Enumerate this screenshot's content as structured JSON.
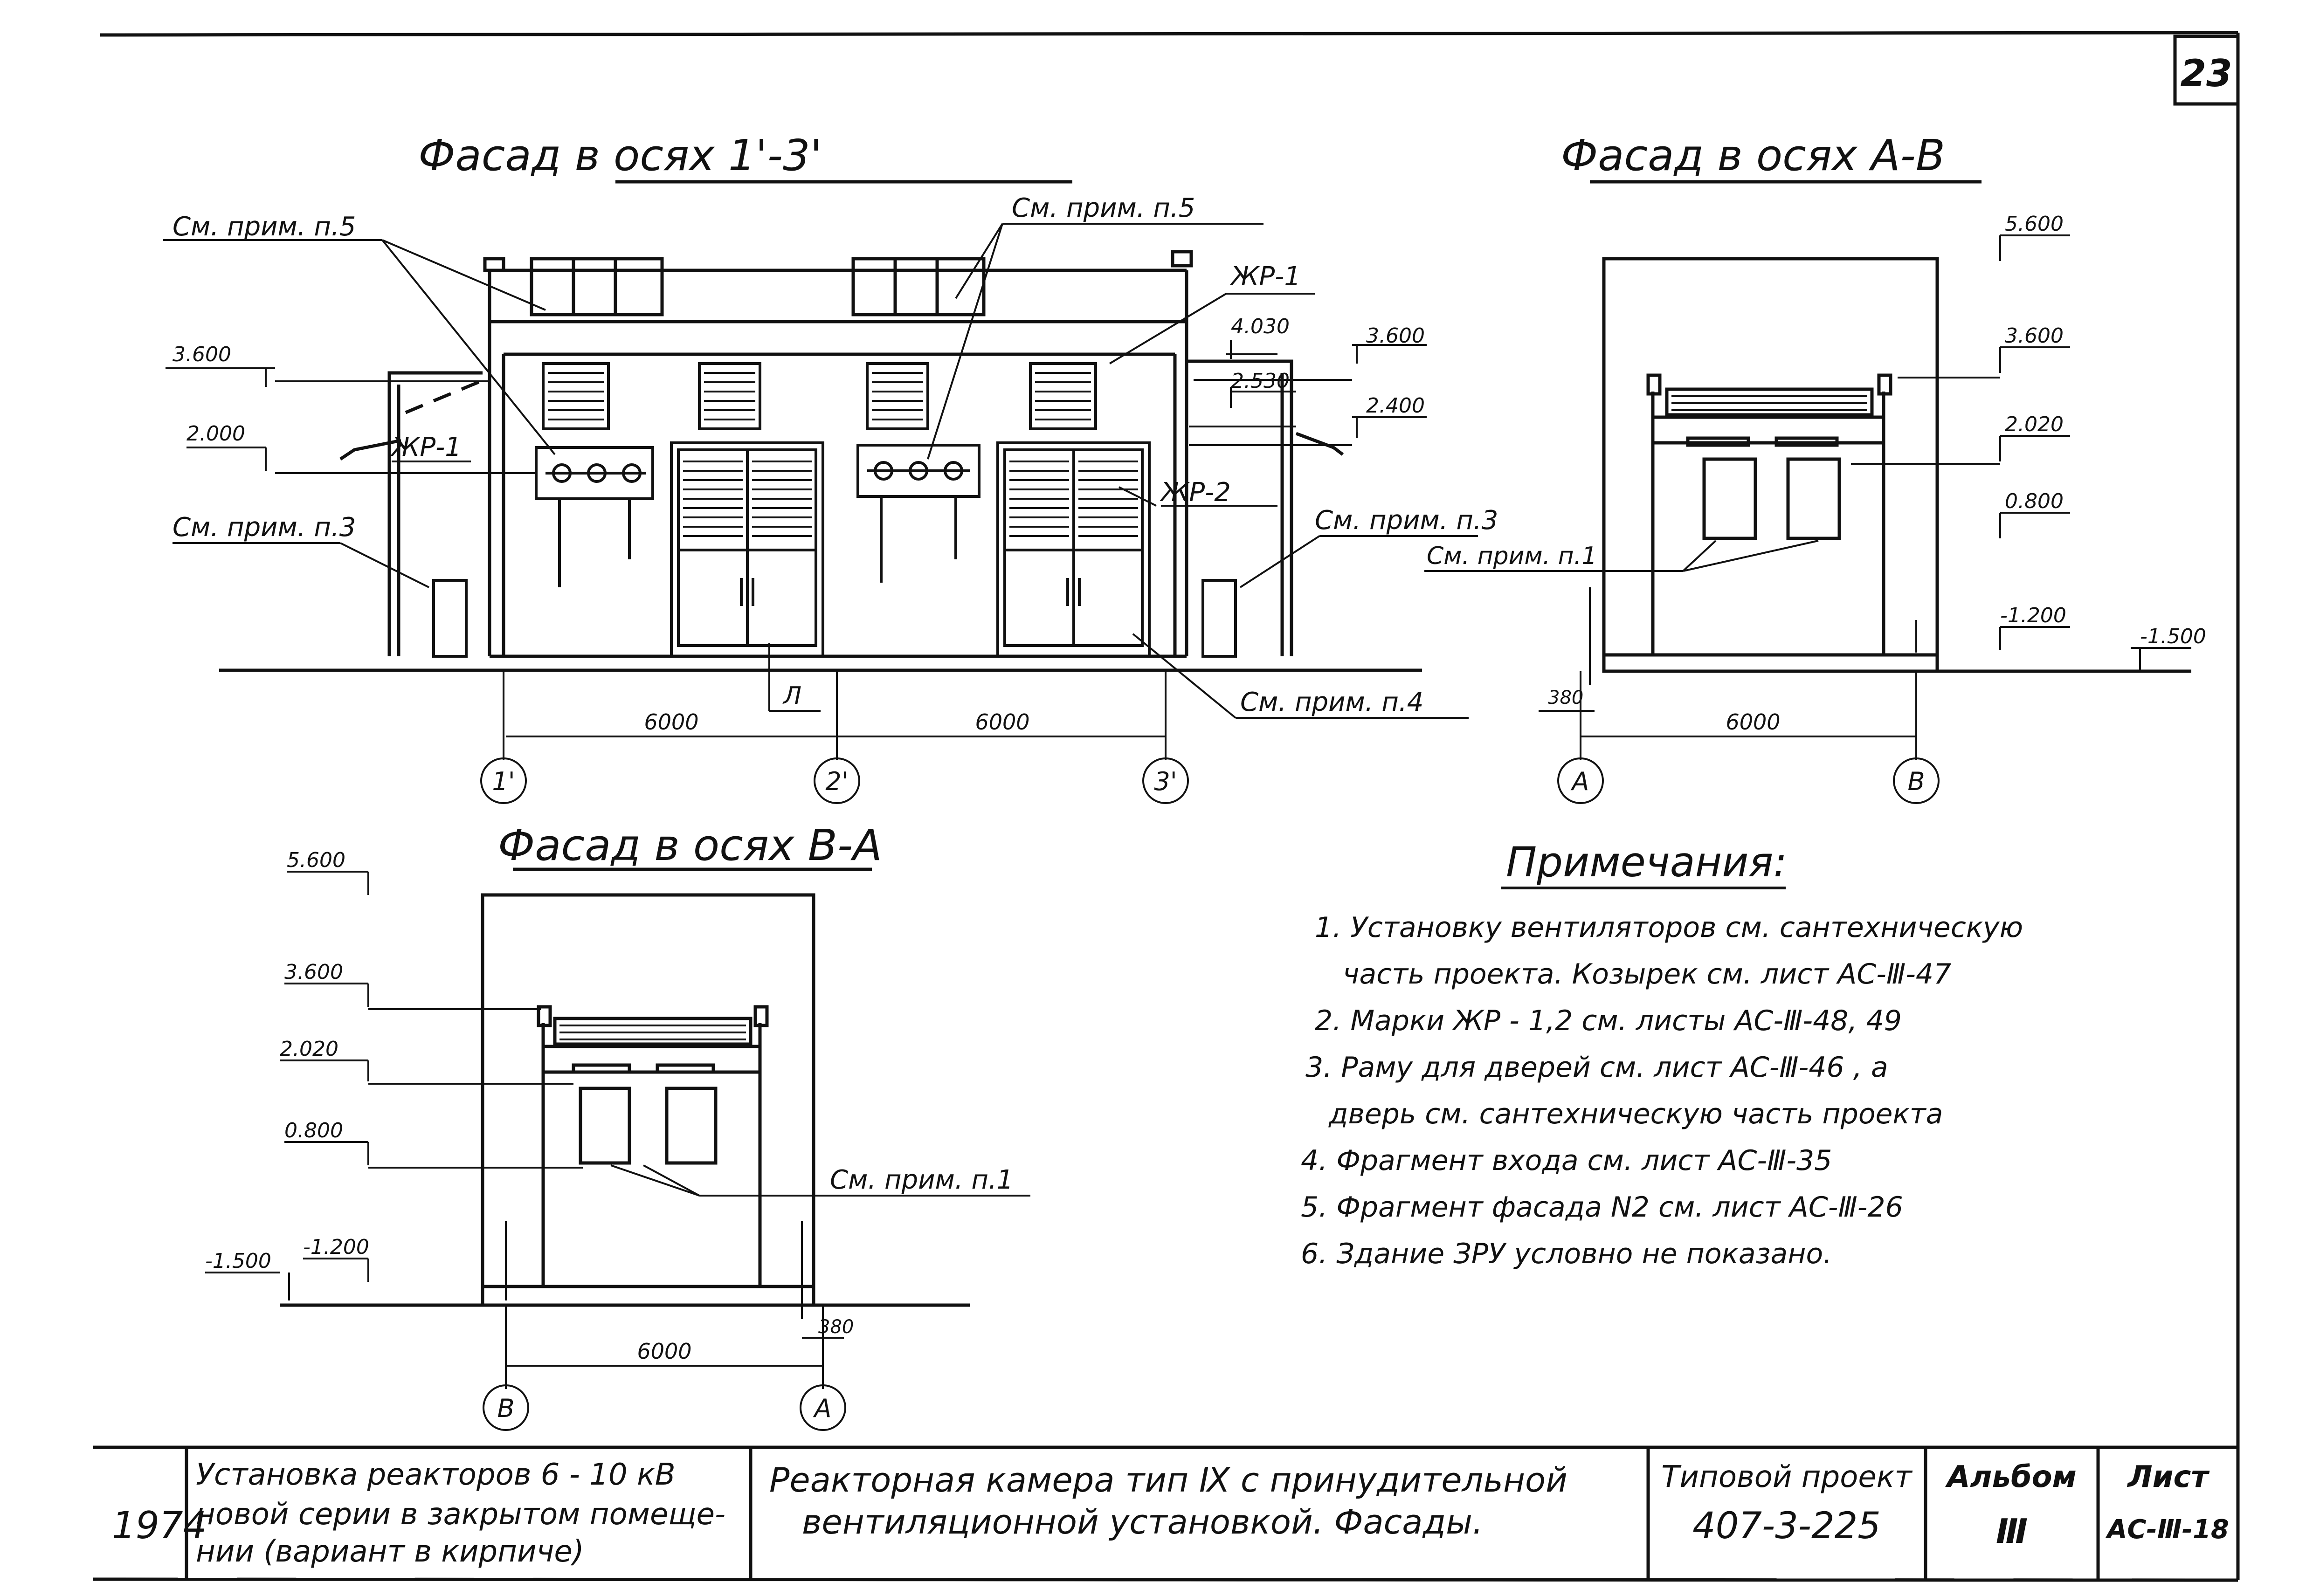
{
  "sheet": {
    "number": "23",
    "colors": {
      "ink": "#111111",
      "paper": "#ffffff"
    }
  },
  "views": {
    "front": {
      "title": "Фасад в осях 1'-3'",
      "notes": {
        "n5_left": "См. прим. п.5",
        "n5_right": "См. прим. п.5",
        "n3_left": "См. прим. п.3",
        "n3_right": "См. прим. п.3",
        "n4": "См. прим. п.4"
      },
      "marks": {
        "zhr1_left": "ЖР-1",
        "zhr1_right": "ЖР-1",
        "zhr2": "ЖР-2",
        "l": "Л"
      },
      "levels": {
        "l3600_left": "3.600",
        "l2000": "2.000",
        "l4030": "4.030",
        "l3600_right": "3.600",
        "l2530": "2.530",
        "l2400": "2.400"
      },
      "dims": {
        "d1": "6000",
        "d2": "6000"
      },
      "axes": [
        "1'",
        "2'",
        "3'"
      ]
    },
    "side_ab": {
      "title": "Фасад в осях А-В",
      "levels": [
        "5.600",
        "3.600",
        "2.020",
        "0.800",
        "-1.200",
        "-1.500"
      ],
      "note": "См. прим. п.1",
      "dims": {
        "width": "6000",
        "offset": "380"
      },
      "axes": [
        "А",
        "В"
      ]
    },
    "side_ba": {
      "title": "Фасад в осях В-А",
      "levels": [
        "5.600",
        "3.600",
        "2.020",
        "0.800",
        "-1.200",
        "-1.500"
      ],
      "note": "См. прим. п.1",
      "dims": {
        "width": "6000",
        "offset": "380"
      },
      "axes": [
        "В",
        "А"
      ]
    }
  },
  "notes": {
    "heading": "Примечания:",
    "items": [
      "1. Установку вентиляторов см. сантехническую",
      "часть проекта. Козырек см. лист АС-Ⅲ-47",
      "2. Марки ЖР - 1,2 см. листы АС-Ⅲ-48, 49",
      "3. Раму для дверей см. лист АС-Ⅲ-46 , а",
      "дверь см. сантехническую часть проекта",
      "4. Фрагмент входа см. лист АС-Ⅲ-35",
      "5. Фрагмент фасада N2 см. лист АС-Ⅲ-26",
      "6. Здание ЗРУ условно не показано."
    ]
  },
  "title_block": {
    "year": "1974",
    "project_name": [
      "Установка реакторов 6 - 10 кВ",
      "новой серии в закрытом помеще-",
      "нии (вариант в кирпиче)"
    ],
    "drawing_title": [
      "Реакторная камера тип Ⅸ с принудительной",
      "вентиляционной установкой. Фасады."
    ],
    "typical_label": "Типовой проект",
    "typical_number": "407-3-225",
    "album_label": "Альбом",
    "album_value": "Ⅲ",
    "sheet_label": "Лист",
    "sheet_value": "АС-Ⅲ-18"
  }
}
